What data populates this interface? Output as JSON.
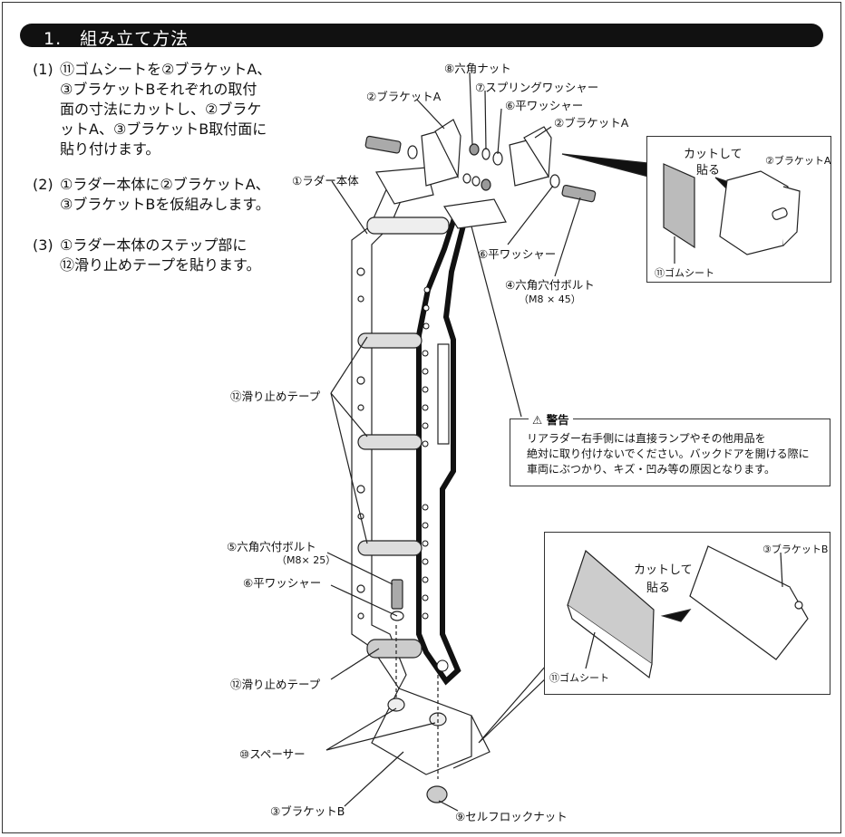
{
  "section": {
    "title": "1.　組み立て方法"
  },
  "steps": [
    {
      "num": "(1)",
      "lines": [
        "⑪ゴムシートを②ブラケットA、",
        "③ブラケットBそれぞれの取付",
        "面の寸法にカットし、②ブラケ",
        "ットA、③ブラケットB取付面に",
        "貼り付けます。"
      ]
    },
    {
      "num": "(2)",
      "lines": [
        "①ラダー本体に②ブラケットA、",
        "③ブラケットBを仮組みします。"
      ]
    },
    {
      "num": "(3)",
      "lines": [
        "①ラダー本体のステップ部に",
        "⑫滑り止めテープを貼ります。"
      ]
    }
  ],
  "labels": {
    "hex_nut": "⑧六角ナット",
    "spring_washer": "⑦スプリングワッシャー",
    "bracket_a_1": "②ブラケットA",
    "flat_washer_top": "⑥平ワッシャー",
    "bracket_a_2": "②ブラケットA",
    "ladder_body": "①ラダー本体",
    "flat_washer_mid": "⑥平ワッシャー",
    "bolt_m8x45": "④六角穴付ボルト",
    "bolt_m8x45_size": "（M8 × 45）",
    "anti_slip_1": "⑫滑り止めテープ",
    "bolt_m8x25": "⑤六角穴付ボルト",
    "bolt_m8x25_size": "（M8× 25）",
    "flat_washer_low": "⑥平ワッシャー",
    "anti_slip_2": "⑫滑り止めテープ",
    "spacer": "⑩スペーサー",
    "bracket_b": "③ブラケットB",
    "self_lock_nut": "⑨セルフロックナット"
  },
  "inset_top": {
    "cut_text_1": "カットして",
    "cut_text_2": "貼る",
    "bracket": "②ブラケットA",
    "rubber": "⑪ゴムシート"
  },
  "inset_bottom": {
    "cut_text_1": "カットして",
    "cut_text_2": "貼る",
    "bracket": "③ブラケットB",
    "rubber": "⑪ゴムシート"
  },
  "warning": {
    "title": "警告",
    "lines": [
      "リアラダー右手側には直接ランプやその他用品を",
      "絶対に取り付けないでください。バックドアを開ける際に",
      "車両にぶつかり、キズ・凹み等の原因となります。"
    ]
  }
}
